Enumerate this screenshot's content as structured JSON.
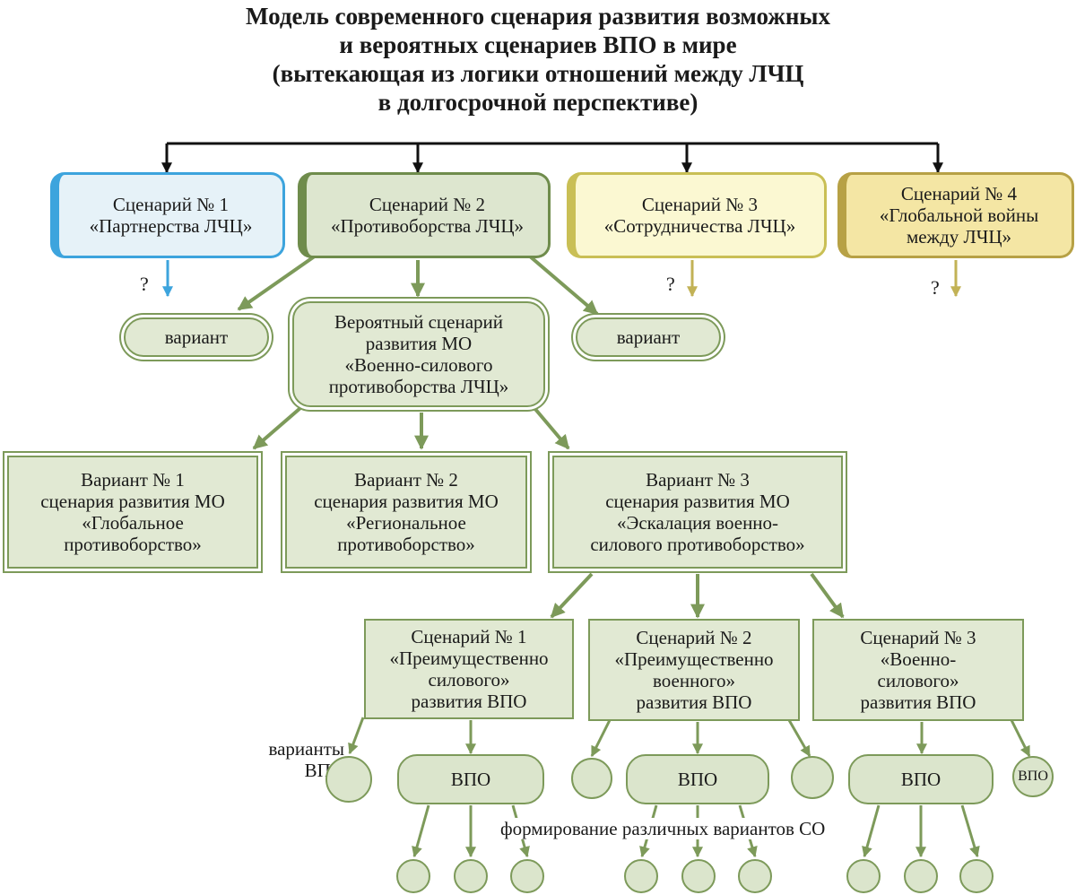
{
  "title": {
    "line1": "Модель современного сценария развития возможных",
    "line2": "и вероятных сценариев ВПО в мире",
    "line3": "(вытекающая из логики отношений между ЛЧЦ",
    "line4": "в долгосрочной перспективе)"
  },
  "scenarios": [
    {
      "line1": "Сценарий № 1",
      "line2": "«Партнерства ЛЧЦ»",
      "line3": ""
    },
    {
      "line1": "Сценарий № 2",
      "line2": "«Противоборства ЛЧЦ»",
      "line3": ""
    },
    {
      "line1": "Сценарий № 3",
      "line2": "«Сотрудничества ЛЧЦ»",
      "line3": ""
    },
    {
      "line1": "Сценарий № 4",
      "line2": "«Глобальной войны",
      "line3": "между ЛЧЦ»"
    }
  ],
  "question_mark": "?",
  "variant_label": "вариант",
  "probable": {
    "line1": "Вероятный сценарий",
    "line2": "развития МО",
    "line3": "«Военно-силового",
    "line4": "противоборства ЛЧЦ»"
  },
  "mo_variants": [
    {
      "line1": "Вариант № 1",
      "line2": "сценария развития МО",
      "line3": "«Глобальное",
      "line4": "противоборство»"
    },
    {
      "line1": "Вариант № 2",
      "line2": "сценария развития МО",
      "line3": "«Региональное",
      "line4": "противоборство»"
    },
    {
      "line1": "Вариант № 3",
      "line2": "сценария развития МО",
      "line3": "«Эскалация военно-",
      "line4": "силового противоборство»"
    }
  ],
  "vpo_scenarios": [
    {
      "line1": "Сценарий  № 1",
      "line2": "«Преимущественно",
      "line3": "силового»",
      "line4": "развития ВПО"
    },
    {
      "line1": "Сценарий  № 2",
      "line2": "«Преимущественно",
      "line3": "военного»",
      "line4": "развития ВПО"
    },
    {
      "line1": "Сценарий № 3",
      "line2": "«Военно-",
      "line3": "силового»",
      "line4": "развития ВПО"
    }
  ],
  "vpo_variants_label": {
    "line1": "варианты",
    "line2": "ВПО"
  },
  "vpo_label": "ВПО",
  "formation_label": "формирование различных вариантов СО",
  "colors": {
    "scenario1": "#3da4dd",
    "scenario2": "#6f8c4c",
    "scenario3": "#c9bf55",
    "scenario4": "#b7a145",
    "green_fill": "#e1e9d3",
    "green_line": "#7d9a5a"
  }
}
